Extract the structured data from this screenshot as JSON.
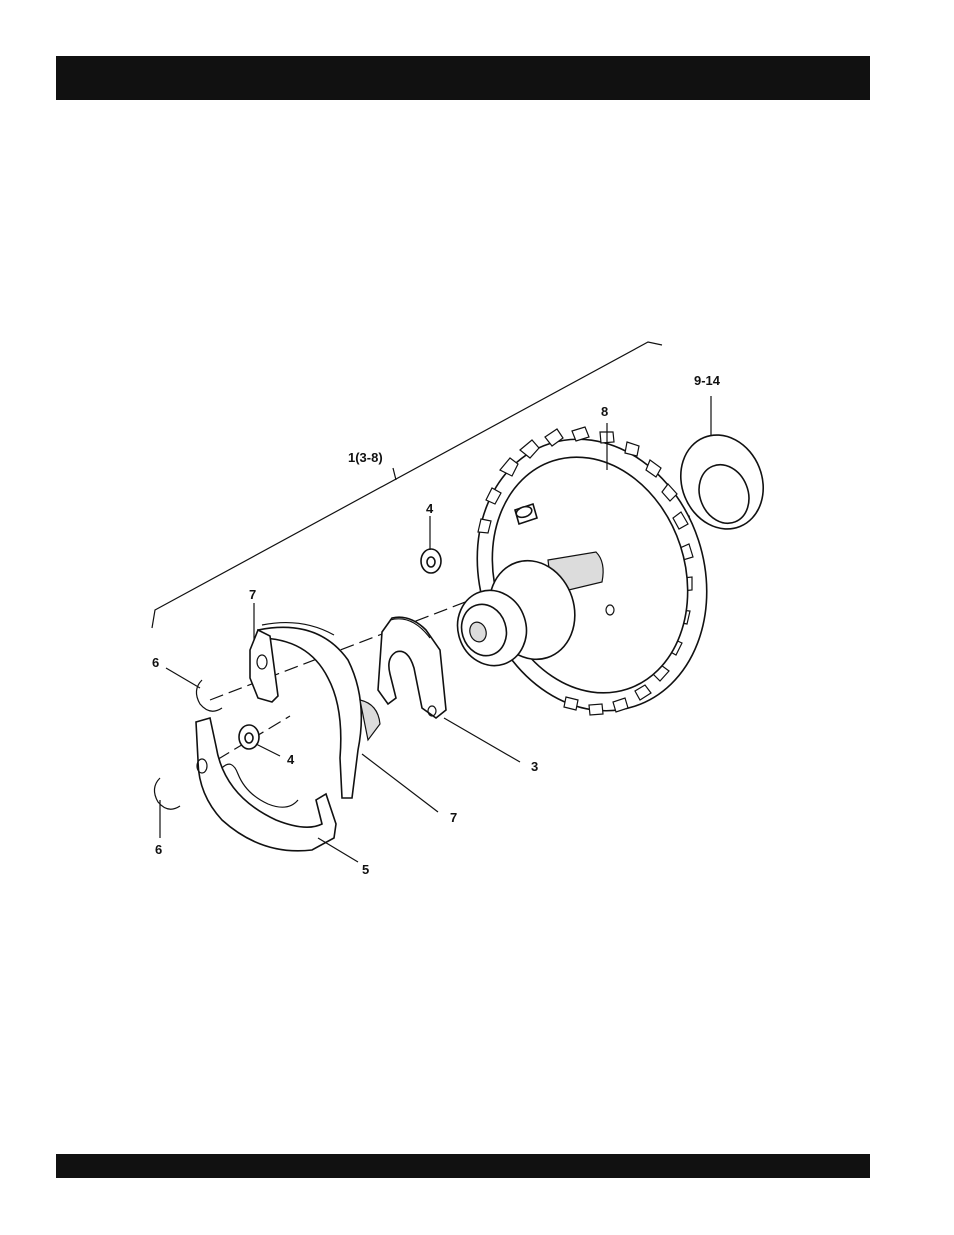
{
  "header_bar": {
    "color": "#111111"
  },
  "footer_bar": {
    "color": "#111111"
  },
  "diagram": {
    "callouts": {
      "assembly": "1(3-8)",
      "washer_set": "9-14",
      "gear": "8",
      "washer_top": "4",
      "weight_top": "7",
      "clip_top": "6",
      "washer_bottom": "4",
      "lever": "3",
      "weight_bottom": "7",
      "clip_bottom": "6",
      "plate": "5"
    }
  }
}
